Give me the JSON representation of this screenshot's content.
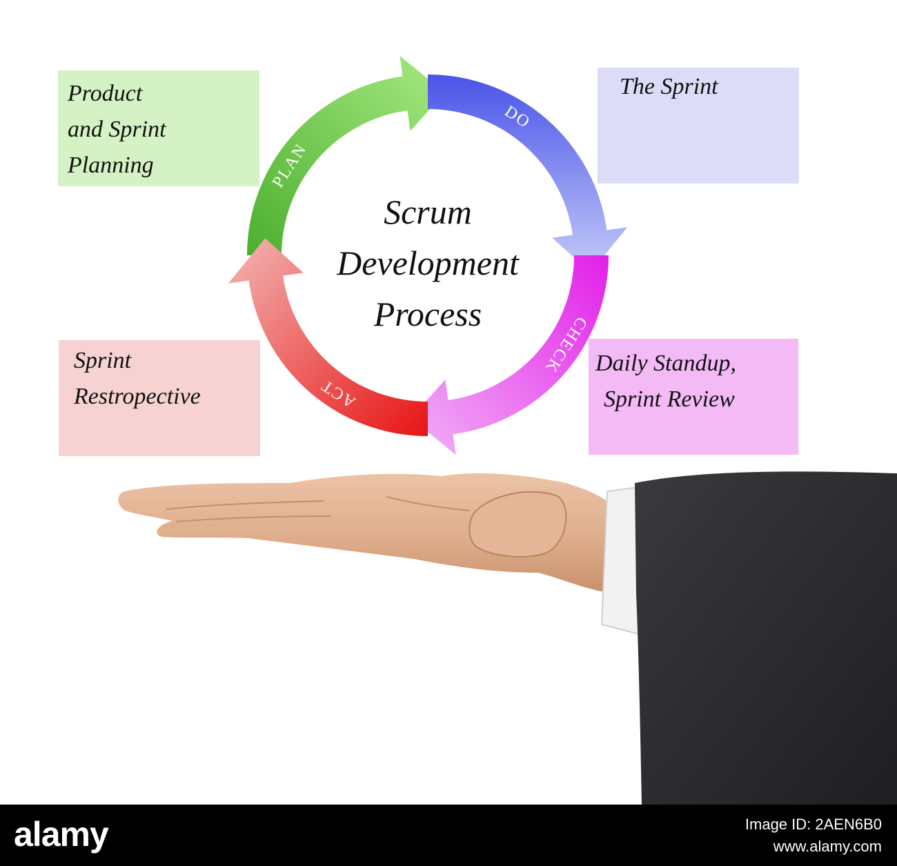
{
  "diagram": {
    "title_lines": [
      "Scrum",
      "Development",
      "Process"
    ],
    "stages": [
      {
        "label": "PLAN",
        "color": "#6cc64a"
      },
      {
        "label": "DO",
        "color": "#5b63ea"
      },
      {
        "label": "CHECK",
        "color": "#e83fe8"
      },
      {
        "label": "ACT",
        "color": "#e8383c"
      }
    ],
    "notes": {
      "plan": [
        "Product",
        "and Sprint",
        "Planning"
      ],
      "do": [
        "The Sprint"
      ],
      "check": [
        "Daily Standup,",
        "Sprint Review"
      ],
      "act": [
        "Sprint",
        "Restropective"
      ]
    },
    "note_colors": {
      "plan": "#d4f2c4",
      "do": "#dcdcf8",
      "check": "#f4baf6",
      "act": "#f6d2d2"
    }
  },
  "footer": {
    "logo": "alamy",
    "image_id": "Image ID: 2AEN6B0",
    "site": "www.alamy.com"
  }
}
